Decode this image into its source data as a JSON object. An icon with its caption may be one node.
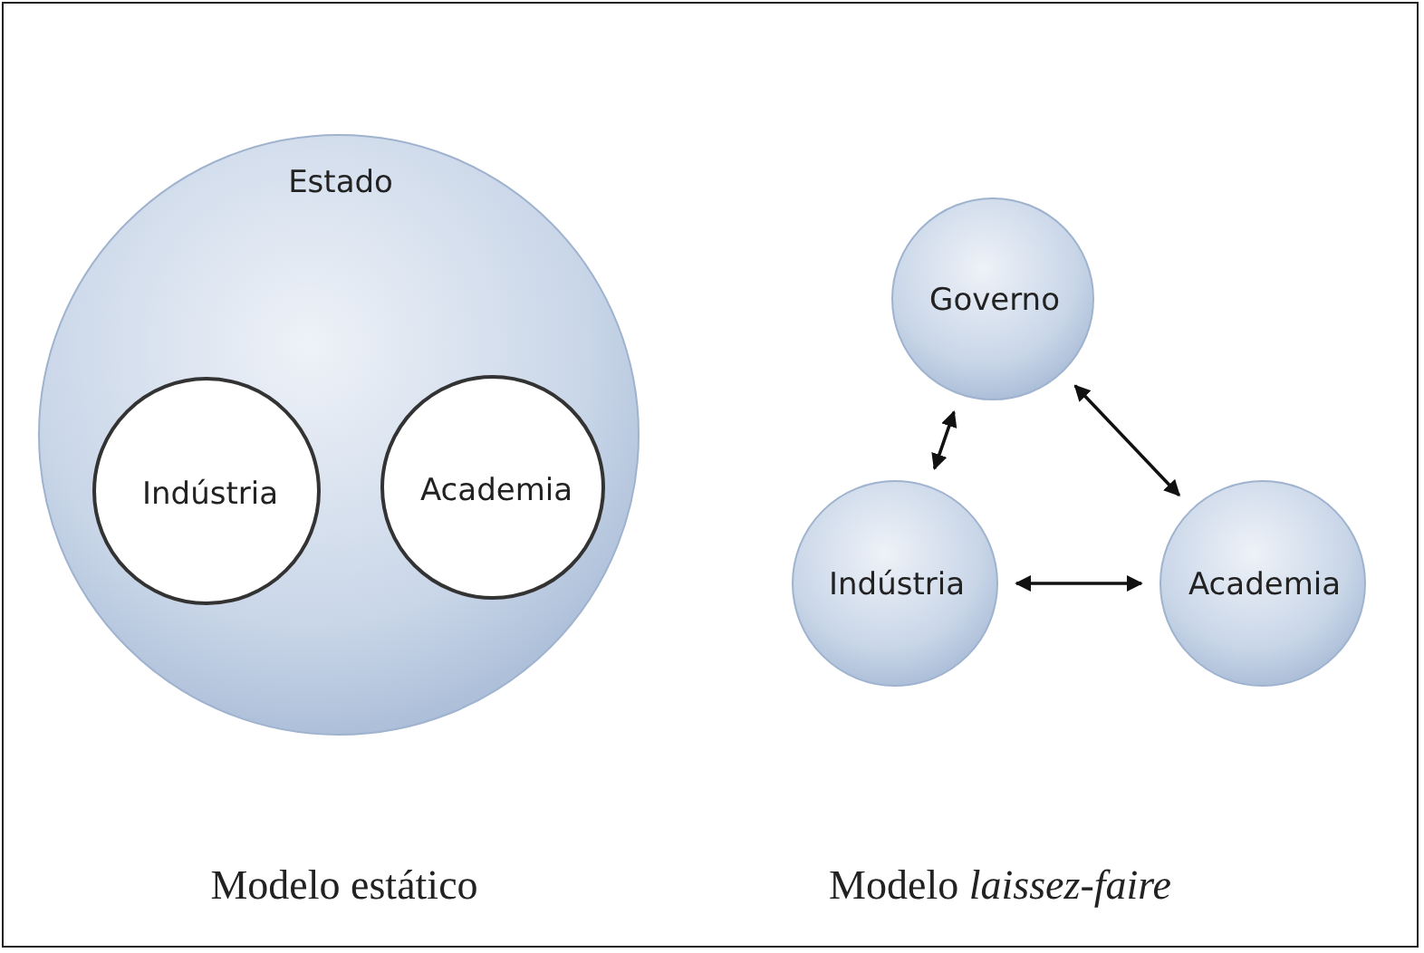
{
  "diagram": {
    "nodes": [
      {
        "text": [
          "Estado"
        ]
      },
      {
        "text": [
          "Indústria"
        ],
        "in": 0
      },
      {
        "text": [
          "Academia"
        ],
        "in": 0
      },
      {
        "text": [
          "Governo"
        ]
      },
      {
        "text": [
          "Indústria"
        ]
      },
      {
        "text": [
          "Academia"
        ]
      }
    ],
    "edges": [
      {
        "from": 3,
        "to": 4,
        "arrow": "both"
      },
      {
        "from": 3,
        "to": 5,
        "arrow": "both"
      },
      {
        "from": 4,
        "to": 5,
        "arrow": "both"
      }
    ],
    "labels": [
      "Modelo estático",
      "Modelo *laissez-faire*"
    ]
  }
}
